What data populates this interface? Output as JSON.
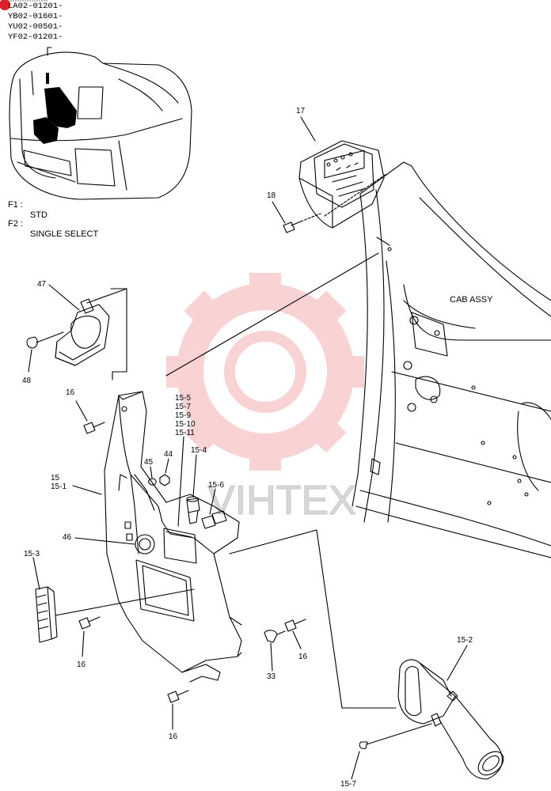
{
  "serials": [
    "LA02-01201-",
    "YB02-01601-",
    "YU02-00501-",
    "YF02-01201-"
  ],
  "notes": [
    {
      "code": "F1 :",
      "text": "STD"
    },
    {
      "code": "F2 :",
      "text": "SINGLE SELECT"
    }
  ],
  "assembly_label": "CAB ASSY",
  "watermark": "VIHTEX",
  "callouts": {
    "c17": "17",
    "c18": "18",
    "c47": "47",
    "c48": "48",
    "c16a": "16",
    "c15_5": "15-5",
    "c15_7a": "15-7",
    "c15_9": "15-9",
    "c15_10": "15-10",
    "c15_11": "15-11",
    "c44": "44",
    "c45": "45",
    "c15_4": "15-4",
    "c15": "15",
    "c15_1": "15-1",
    "c15_6": "15-6",
    "c46": "46",
    "c15_3": "15-3",
    "c16b": "16",
    "c16c": "16",
    "c33": "33",
    "c15_2": "15-2",
    "c16d": "16",
    "c15_7b": "15-7"
  },
  "colors": {
    "line": "#000000",
    "watermark": "#f2a0a0",
    "marker": "#e0202a"
  }
}
